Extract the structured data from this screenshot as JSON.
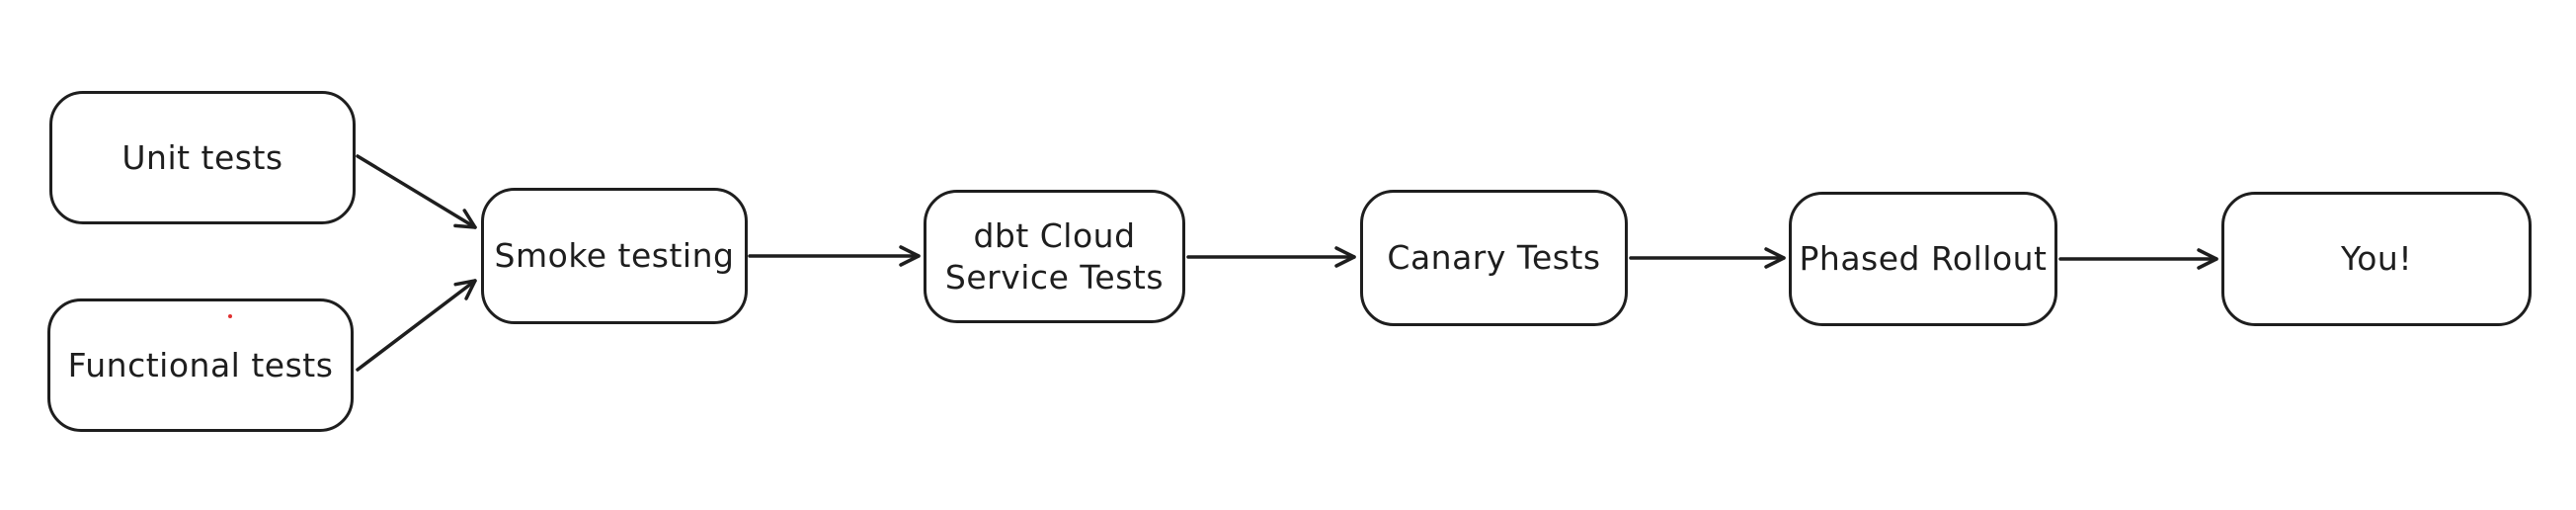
{
  "diagram": {
    "type": "flowchart",
    "style": "hand-drawn",
    "background_color": "#ffffff",
    "stroke_color": "#1e1e1e",
    "node_fill_color": "#ffffff",
    "stray_mark_color": "#e03131",
    "nodes": [
      {
        "id": "unit-tests",
        "label": "Unit tests"
      },
      {
        "id": "functional-tests",
        "label": "Functional tests"
      },
      {
        "id": "smoke-testing",
        "label": "Smoke testing"
      },
      {
        "id": "dbt-cloud-service-tests",
        "label": "dbt Cloud\nService Tests"
      },
      {
        "id": "canary-tests",
        "label": "Canary Tests"
      },
      {
        "id": "phased-rollout",
        "label": "Phased Rollout"
      },
      {
        "id": "you",
        "label": "You!"
      }
    ],
    "edges": [
      {
        "from": "unit-tests",
        "to": "smoke-testing"
      },
      {
        "from": "functional-tests",
        "to": "smoke-testing"
      },
      {
        "from": "smoke-testing",
        "to": "dbt-cloud-service-tests"
      },
      {
        "from": "dbt-cloud-service-tests",
        "to": "canary-tests"
      },
      {
        "from": "canary-tests",
        "to": "phased-rollout"
      },
      {
        "from": "phased-rollout",
        "to": "you"
      }
    ]
  }
}
